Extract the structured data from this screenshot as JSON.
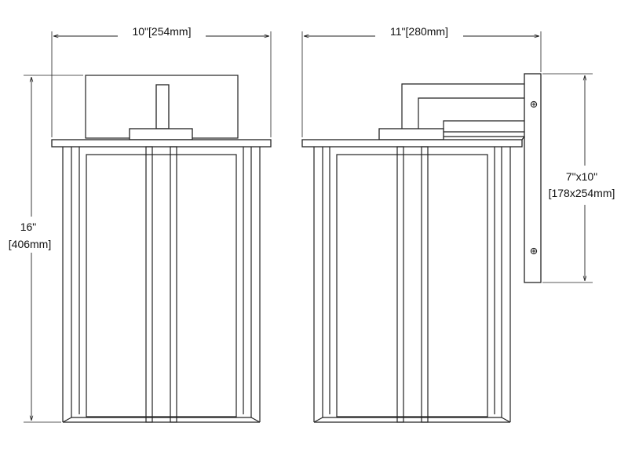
{
  "dimensions": {
    "front_width": "10\"[254mm]",
    "side_depth": "11\"[280mm]",
    "height_in": "16\"",
    "height_mm": "[406mm]",
    "backplate_in": "7\"x10\"",
    "backplate_mm": "[178x254mm]"
  }
}
